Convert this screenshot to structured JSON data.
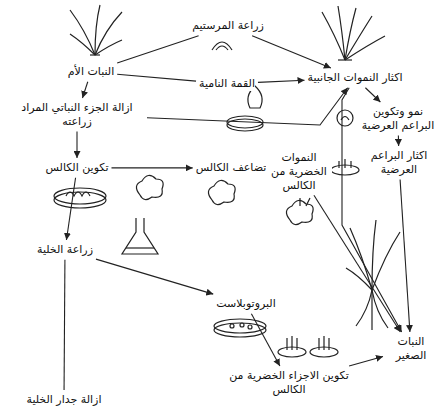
{
  "diagram": {
    "nodes": [
      {
        "text": [
          "النبات الأم"
        ]
      },
      {
        "text": [
          "زراعة المرستيم"
        ]
      },
      {
        "text": [
          "القمة النامية"
        ]
      },
      {
        "text": [
          "اكثار النموات الجانبية"
        ]
      },
      {
        "text": [
          "ازالة الجزء النباتي المراد زراعته"
        ]
      },
      {
        "text": [
          "تكوين الكالس"
        ]
      },
      {
        "text": [
          "تضاعف الكالس"
        ]
      },
      {
        "text": [
          "النموات الخضرية من الكالس"
        ]
      },
      {
        "text": [
          "نمو وتكوين البراعم العرضية"
        ]
      },
      {
        "text": [
          "اكثار البراعم العرضية"
        ]
      },
      {
        "text": [
          "زراعة الخلية"
        ]
      },
      {
        "text": [
          "البروتوبلاست"
        ]
      },
      {
        "text": [
          "ازالة جدار الخلية"
        ]
      },
      {
        "text": [
          "تكوين الاجزاء الخضرية من الكالس"
        ]
      },
      {
        "text": [
          "النبات الصغير"
        ]
      }
    ],
    "edges": [
      {
        "from": 0,
        "to": 1,
        "arrow": "none"
      },
      {
        "from": 1,
        "to": 3,
        "arrow": "to"
      },
      {
        "from": 0,
        "to": 2,
        "arrow": "none"
      },
      {
        "from": 2,
        "to": 3,
        "arrow": "to"
      },
      {
        "from": 0,
        "to": 4,
        "arrow": "to"
      },
      {
        "from": 4,
        "to": 3,
        "arrow": "to"
      },
      {
        "from": 4,
        "to": 5,
        "arrow": "to"
      },
      {
        "from": 5,
        "to": 6,
        "arrow": "to"
      },
      {
        "from": 6,
        "to": 7,
        "arrow": "to"
      },
      {
        "from": 7,
        "to": 14,
        "arrow": "to"
      },
      {
        "from": 5,
        "to": 10,
        "arrow": "to"
      },
      {
        "from": 10,
        "to": 11,
        "arrow": "to"
      },
      {
        "from": 10,
        "to": 12,
        "arrow": "none"
      },
      {
        "from": 11,
        "to": 13,
        "arrow": "to"
      },
      {
        "from": 13,
        "to": 14,
        "arrow": "to"
      },
      {
        "from": 3,
        "to": 8,
        "arrow": "to"
      },
      {
        "from": 8,
        "to": 9,
        "arrow": "to"
      },
      {
        "from": 9,
        "to": 14,
        "arrow": "to"
      },
      {
        "from": 3,
        "to": 14,
        "arrow": "to"
      }
    ]
  }
}
